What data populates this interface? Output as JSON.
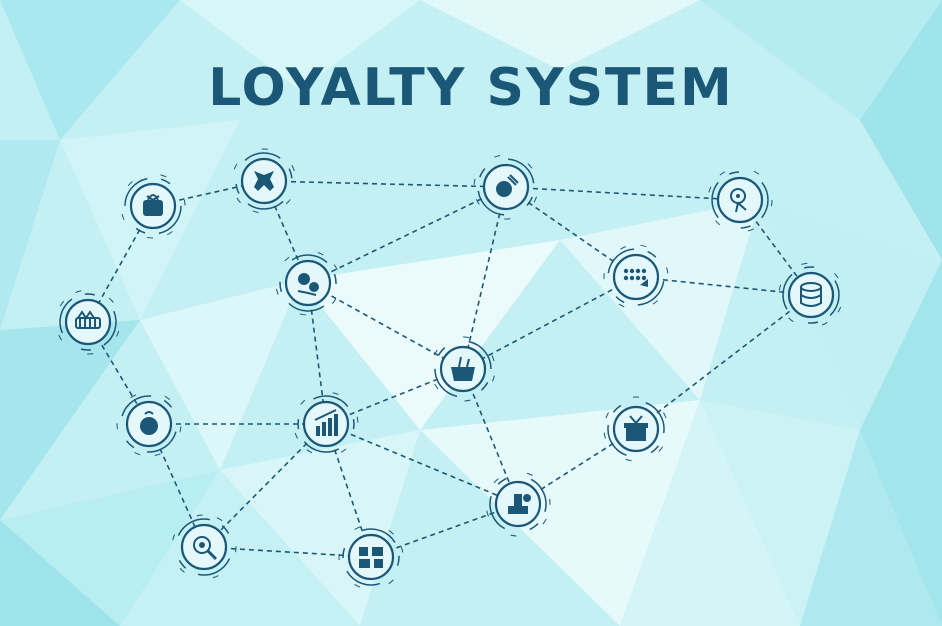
{
  "title": "LOYALTY SYSTEM",
  "colors": {
    "primary": "#1b5878",
    "background": "#bfeff2",
    "node_fill": "#e4f8fb"
  },
  "nodes": [
    {
      "id": "gift-bag",
      "icon": "gift-bag-icon"
    },
    {
      "id": "piggy-bank",
      "icon": "piggy-bank-icon"
    },
    {
      "id": "hand-gift",
      "icon": "hand-gift-icon"
    },
    {
      "id": "percent-tag",
      "icon": "percent-tag-icon"
    },
    {
      "id": "money-hand",
      "icon": "money-hand-icon"
    },
    {
      "id": "coins-hand",
      "icon": "coins-hand-icon"
    },
    {
      "id": "shopping-basket",
      "icon": "shopping-basket-icon"
    },
    {
      "id": "money-stack",
      "icon": "money-stack-icon"
    },
    {
      "id": "happy-customer",
      "icon": "happy-customer-icon"
    },
    {
      "id": "growth-chart",
      "icon": "growth-chart-icon"
    },
    {
      "id": "gift-box",
      "icon": "gift-box-icon"
    },
    {
      "id": "shopping-cart",
      "icon": "shopping-cart-icon"
    },
    {
      "id": "magnifier",
      "icon": "magnifier-icon"
    },
    {
      "id": "barcode",
      "icon": "barcode-icon"
    },
    {
      "id": "heart-star",
      "icon": "heart-star-icon"
    }
  ],
  "edges": [
    [
      "gift-bag",
      "piggy-bank"
    ],
    [
      "piggy-bank",
      "hand-gift"
    ],
    [
      "piggy-bank",
      "coins-hand"
    ],
    [
      "hand-gift",
      "coins-hand"
    ],
    [
      "hand-gift",
      "percent-tag"
    ],
    [
      "hand-gift",
      "money-hand"
    ],
    [
      "hand-gift",
      "shopping-basket"
    ],
    [
      "percent-tag",
      "money-stack"
    ],
    [
      "money-hand",
      "money-stack"
    ],
    [
      "money-hand",
      "shopping-basket"
    ],
    [
      "money-stack",
      "gift-box"
    ],
    [
      "gift-bag",
      "shopping-cart"
    ],
    [
      "shopping-cart",
      "happy-customer"
    ],
    [
      "happy-customer",
      "growth-chart"
    ],
    [
      "happy-customer",
      "magnifier"
    ],
    [
      "coins-hand",
      "growth-chart"
    ],
    [
      "coins-hand",
      "shopping-basket"
    ],
    [
      "shopping-basket",
      "growth-chart"
    ],
    [
      "shopping-basket",
      "heart-star"
    ],
    [
      "growth-chart",
      "magnifier"
    ],
    [
      "growth-chart",
      "barcode"
    ],
    [
      "growth-chart",
      "heart-star"
    ],
    [
      "magnifier",
      "barcode"
    ],
    [
      "barcode",
      "heart-star"
    ],
    [
      "heart-star",
      "gift-box"
    ]
  ]
}
